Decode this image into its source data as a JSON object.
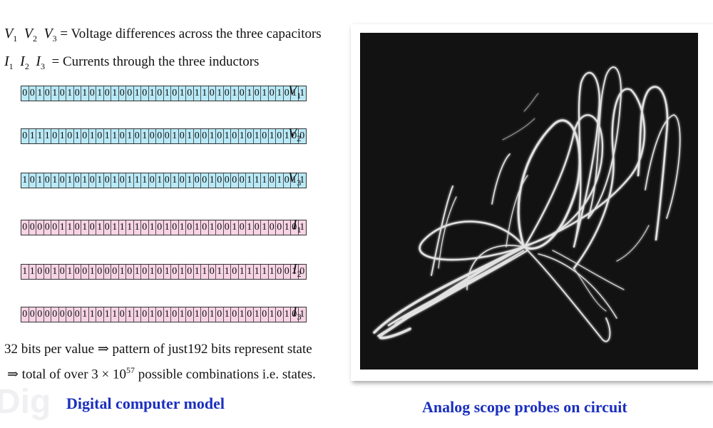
{
  "legend": {
    "voltage_vars": [
      "V1",
      "V2",
      "V3"
    ],
    "voltage_desc": "= Voltage differences across the three capacitors",
    "current_vars": [
      "I1",
      "I2",
      "I3"
    ],
    "current_desc": "= Currents through the three inductors"
  },
  "registers": [
    {
      "label": "V",
      "sub": "1",
      "kind": "v",
      "bits": "00101010101010010101010110101010101011"
    },
    {
      "label": "V",
      "sub": "2",
      "kind": "v",
      "bits": "01110101010110101000101001010101010100"
    },
    {
      "label": "V",
      "sub": "3",
      "kind": "v",
      "bits": "10101010101010111010101001000011101011"
    },
    {
      "label": "I",
      "sub": "1",
      "kind": "i",
      "bits": "00000110101011110101010101001010100101"
    },
    {
      "label": "I",
      "sub": "2",
      "kind": "i",
      "bits": "11001010010001010101010110110111110010"
    },
    {
      "label": "I",
      "sub": "3",
      "kind": "i",
      "bits": "00000000110110110101010101010101010101"
    }
  ],
  "notes": {
    "line1_pre": "32 bits per value ",
    "line1_arrow": "⇒",
    "line1_post": " pattern of just192 bits represent state",
    "line2_arrow": "⇒",
    "line2_pre": " total of over 3 × 10",
    "line2_exp": "57",
    "line2_post": " possible combinations i.e. states."
  },
  "captions": {
    "left": "Digital computer model",
    "right": "Analog scope probes on circuit",
    "watermark": "Dig"
  },
  "colors": {
    "voltage_fill": "#b8e9f7",
    "current_fill": "#f7d3e4",
    "caption_blue": "#1a2fbf",
    "scope_background": "#121212",
    "trace": "#f4f4f4"
  }
}
